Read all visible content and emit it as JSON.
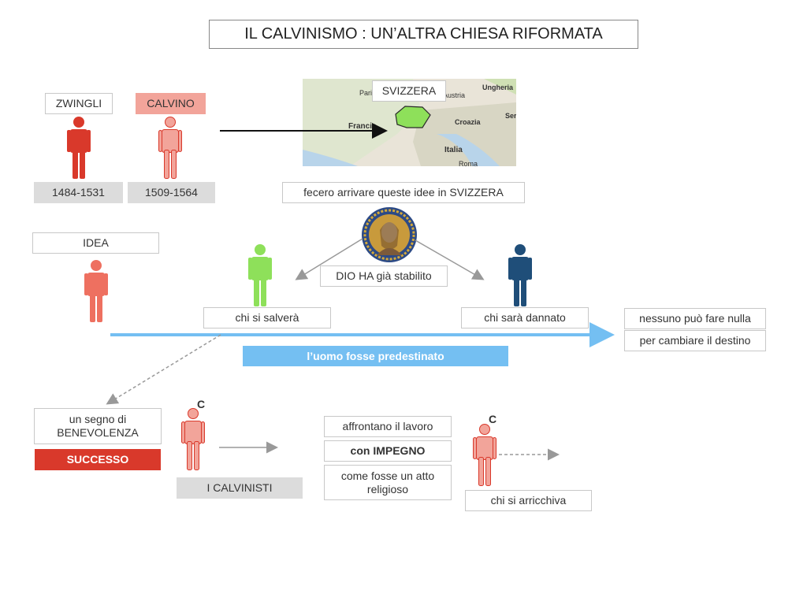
{
  "title": "IL CALVINISMO : UN’ALTRA CHIESA RIFORMATA",
  "reformers": {
    "zwingli": {
      "name": "ZWINGLI",
      "years": "1484-1531"
    },
    "calvino": {
      "name": "CALVINO",
      "years": "1509-1564"
    }
  },
  "map": {
    "label": "SVIZZERA",
    "places": [
      "Parigi",
      "Austria",
      "Ungheria",
      "Francia",
      "Croazia",
      "Ser",
      "Italia",
      "Roma"
    ]
  },
  "spread_text": "fecero arrivare queste idee in SVIZZERA",
  "idea_label": "IDEA",
  "predestination": {
    "center": "DIO HA già stabilito",
    "saved": "chi si salverà",
    "damned": "chi sarà dannato",
    "banner": "l’uomo fosse predestinato",
    "result_1": "nessuno può fare nulla",
    "result_2": "per cambiare il destino"
  },
  "sign": {
    "text": "un segno di BENEVOLENZA",
    "success": "SUCCESSO"
  },
  "calvinists": {
    "letter": "C",
    "label": "I CALVINISTI"
  },
  "work": {
    "line1": "affrontano il lavoro",
    "line2": "con IMPEGNO",
    "line3": "come fosse un atto religioso"
  },
  "rich": {
    "letter": "C",
    "label": "chi si arricchiva"
  },
  "colors": {
    "zwingli_figure": "#d9392b",
    "calvino_figure": "#f2a49a",
    "idea_figure": "#ee7060",
    "saved_figure": "#8ee05a",
    "damned_figure": "#1f4e79",
    "arrow_blue": "#74bff2",
    "switzerland": "#8ee05a"
  }
}
